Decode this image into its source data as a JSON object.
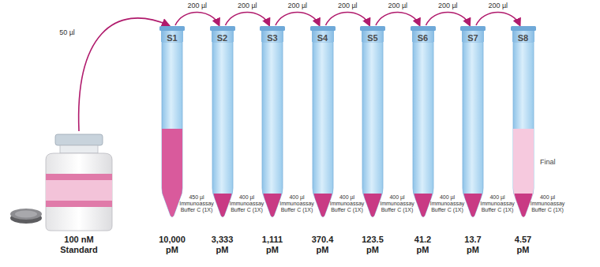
{
  "diagram": {
    "nodes": [
      {
        "text": [
          "100 nM Standard"
        ]
      },
      {
        "text": [
          "S1"
        ]
      },
      {
        "text": [
          "S2"
        ]
      },
      {
        "text": [
          "S3"
        ]
      },
      {
        "text": [
          "S4"
        ]
      },
      {
        "text": [
          "S5"
        ]
      },
      {
        "text": [
          "S6"
        ]
      },
      {
        "text": [
          "S7"
        ]
      },
      {
        "text": [
          "S8"
        ]
      }
    ],
    "edges": [
      {
        "from": 0,
        "to": 1,
        "arrow": "to",
        "label": "50 µl"
      },
      {
        "from": 1,
        "to": 2,
        "arrow": "to",
        "label": "200 µl"
      },
      {
        "from": 2,
        "to": 3,
        "arrow": "to",
        "label": "200 µl"
      },
      {
        "from": 3,
        "to": 4,
        "arrow": "to",
        "label": "200 µl"
      },
      {
        "from": 4,
        "to": 5,
        "arrow": "to",
        "label": "200 µl"
      },
      {
        "from": 5,
        "to": 6,
        "arrow": "to",
        "label": "200 µl"
      },
      {
        "from": 6,
        "to": 7,
        "arrow": "to",
        "label": "200 µl"
      },
      {
        "from": 7,
        "to": 8,
        "arrow": "to",
        "label": "200 µl"
      }
    ],
    "labels": [
      "Final",
      "450 µl Immunoassay Buffer C (1X)",
      "400 µl Immunoassay Buffer C (1X)",
      "400 µl Immunoassay Buffer C (1X)",
      "400 µl Immunoassay Buffer C (1X)",
      "400 µl Immunoassay Buffer C (1X)",
      "400 µl Immunoassay Buffer C (1X)",
      "400 µl Immunoassay Buffer C (1X)",
      "400 µl Immunoassay Buffer C (1X)",
      "10,000 pM",
      "3,333 pM",
      "1,111 pM",
      "370.4 pM",
      "123.5 pM",
      "41.2 pM",
      "13.7 pM",
      "4.57 pM"
    ]
  }
}
